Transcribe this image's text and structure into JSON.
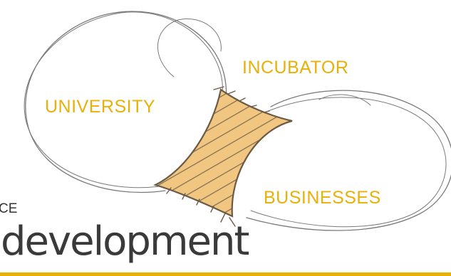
{
  "diagram": {
    "nodes": [
      {
        "id": "university",
        "label": "UNIVERSITY"
      },
      {
        "id": "incubator",
        "label": "INCUBATOR"
      },
      {
        "id": "businesses",
        "label": "BUSINESSES"
      }
    ],
    "edge_text": "CE",
    "heading": "development"
  },
  "colors": {
    "label": "#e8b009",
    "sketch_line": "#7a7a7a",
    "hatch_fill": "#f0c681",
    "hatch_line": "#6b5a45",
    "rule": "#e8b009"
  }
}
